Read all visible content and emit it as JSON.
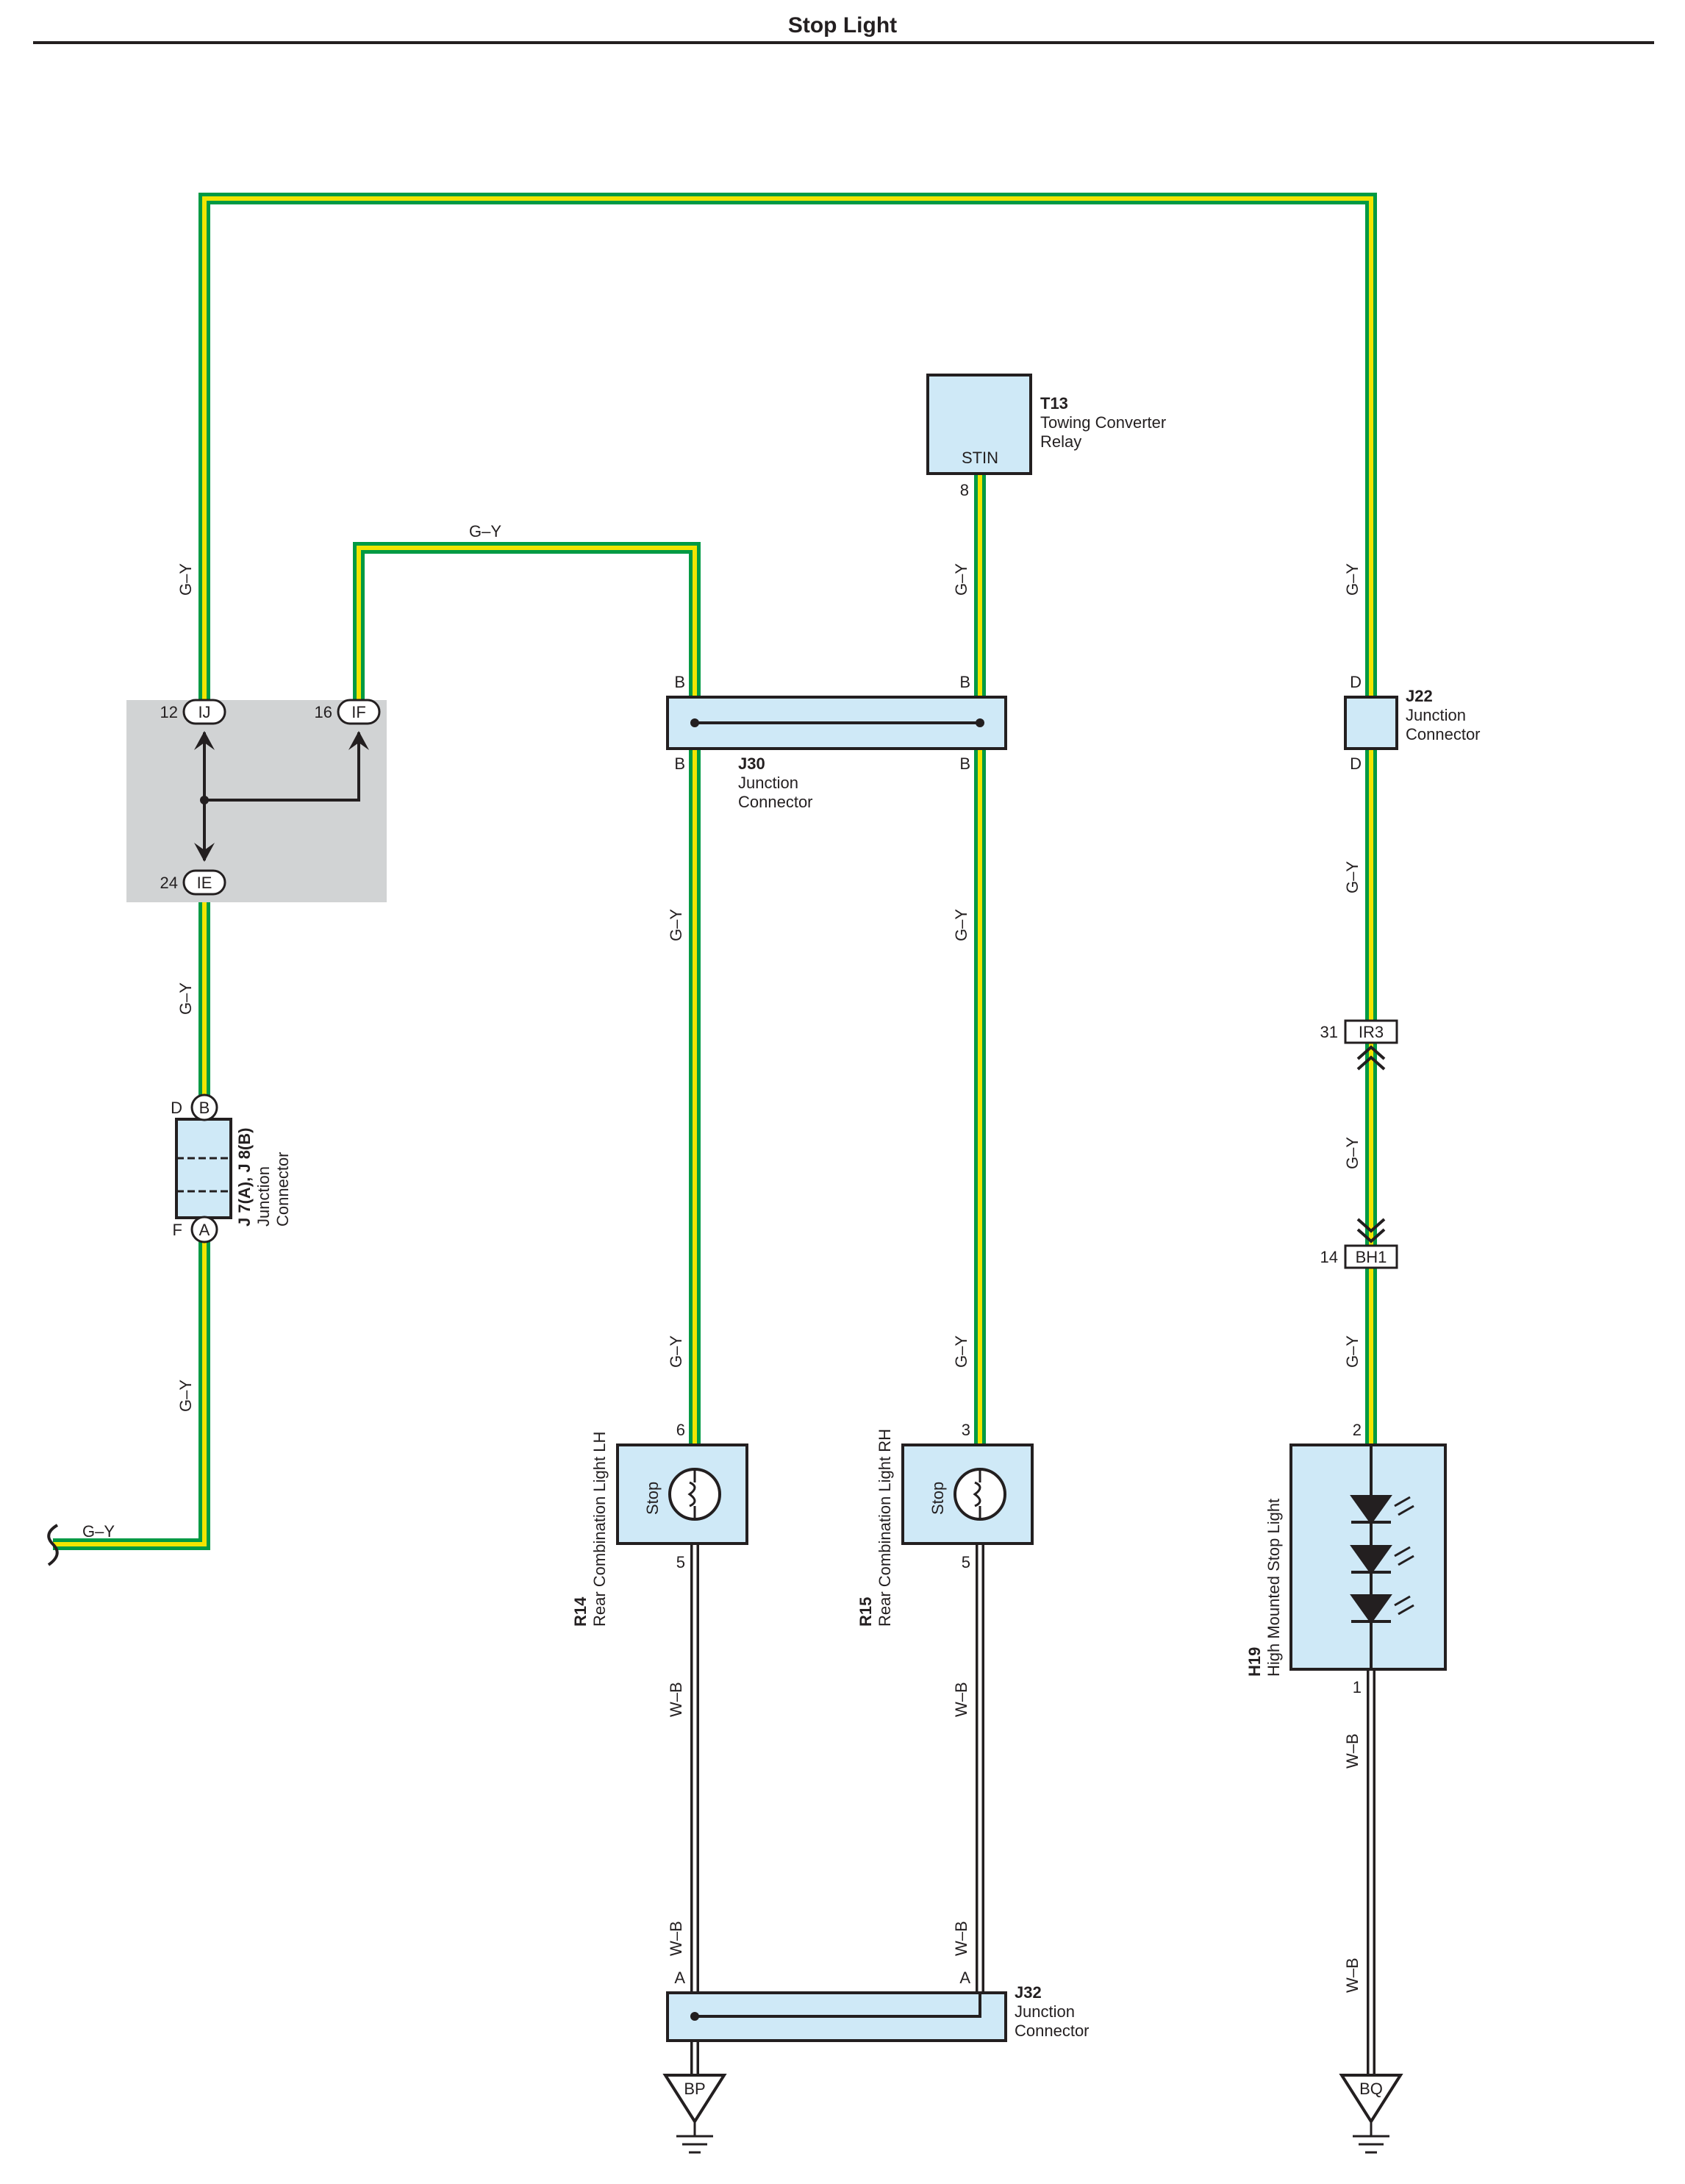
{
  "title": "Stop Light",
  "colors": {
    "wire_outer": "#009a44",
    "wire_inner": "#f2e500",
    "component_fill": "#cfe9f7",
    "block_fill": "#d1d3d4"
  },
  "wire_colors": {
    "gy": "G–Y",
    "wb": "W–B"
  },
  "components": {
    "t13": {
      "id": "T13",
      "name1": "Towing Converter",
      "name2": "Relay",
      "terminal": "STIN",
      "pin": "8"
    },
    "j30": {
      "id": "J30",
      "name1": "Junction",
      "name2": "Connector",
      "pin_b": "B"
    },
    "j22": {
      "id": "J22",
      "name1": "Junction",
      "name2": "Connector",
      "pin_d": "D"
    },
    "j32": {
      "id": "J32",
      "name1": "Junction",
      "name2": "Connector",
      "pin_a": "A"
    },
    "j7j8": {
      "id": "J 7(A), J 8(B)",
      "name1": "Junction",
      "name2": "Connector",
      "pin_b": "B",
      "pin_d": "D",
      "pin_a": "A",
      "pin_f": "F"
    },
    "block": {
      "ij": "IJ",
      "ij_pin": "12",
      "if": "IF",
      "if_pin": "16",
      "ie": "IE",
      "ie_pin": "24"
    },
    "r14": {
      "id": "R14",
      "name": "Rear Combination Light LH",
      "bulb": "Stop",
      "pin_in": "6",
      "pin_out": "5"
    },
    "r15": {
      "id": "R15",
      "name": "Rear Combination Light RH",
      "bulb": "Stop",
      "pin_in": "3",
      "pin_out": "5"
    },
    "h19": {
      "id": "H19",
      "name": "High Mounted Stop Light",
      "pin_in": "2",
      "pin_out": "1"
    },
    "ir3": {
      "label": "IR3",
      "pin": "31"
    },
    "bh1": {
      "label": "BH1",
      "pin": "14"
    },
    "grounds": {
      "bp": "BP",
      "bq": "BQ"
    }
  }
}
